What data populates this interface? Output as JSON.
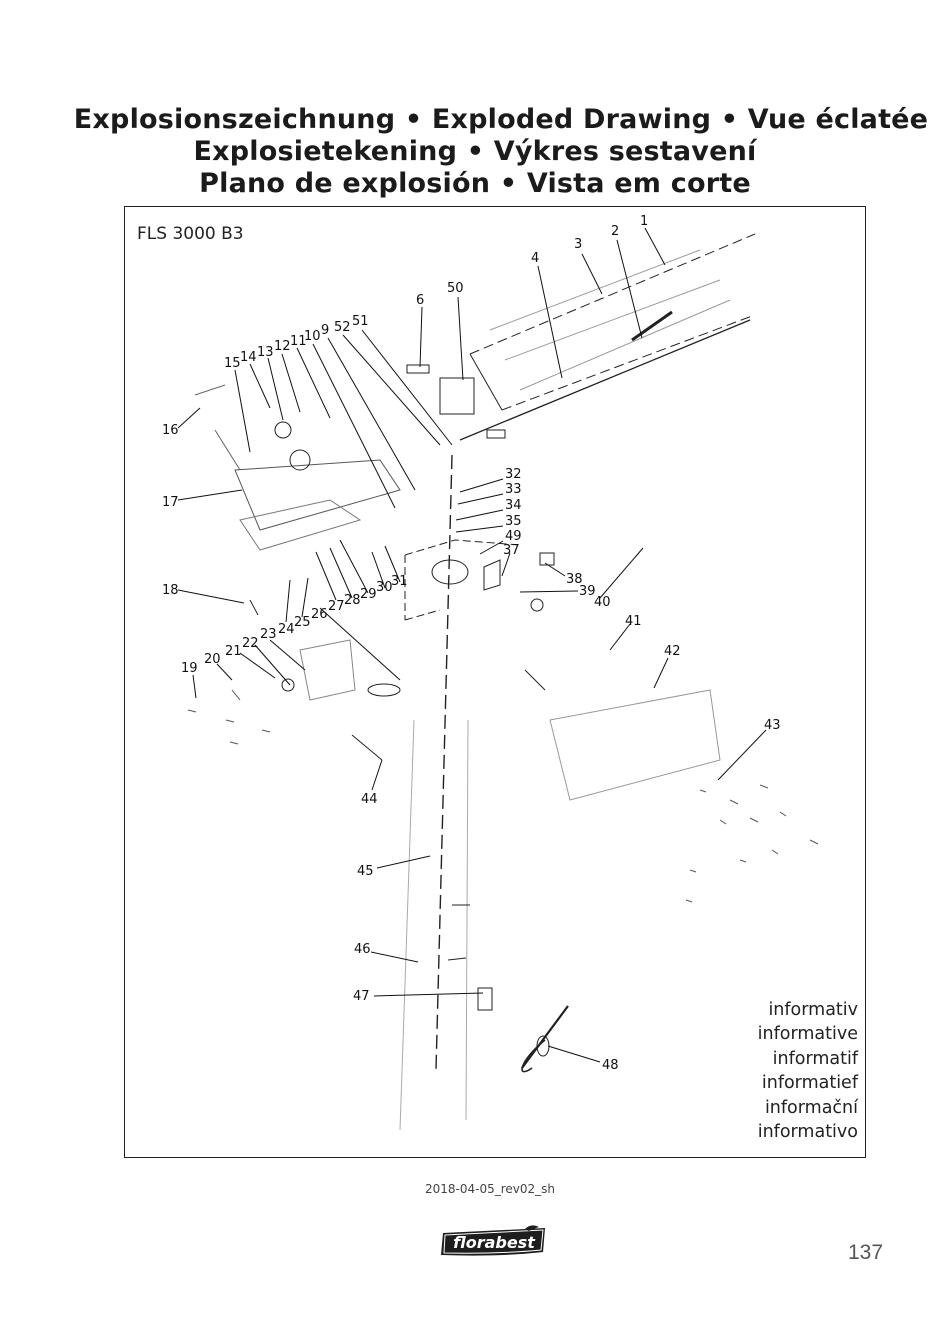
{
  "header": {
    "title_line1": "Explosionszeichnung • Exploded Drawing • Vue éclatée",
    "title_line2": "Explosietekening • Výkres sestavení",
    "title_line3": "Plano de explosión • Vista em corte"
  },
  "drawing": {
    "model": "FLS 3000 B3",
    "part_numbers": [
      "1",
      "2",
      "3",
      "4",
      "6",
      "50",
      "52",
      "51",
      "9",
      "10",
      "11",
      "12",
      "13",
      "14",
      "15",
      "16",
      "17",
      "32",
      "33",
      "34",
      "35",
      "49",
      "37",
      "38",
      "39",
      "40",
      "18",
      "24",
      "25",
      "26",
      "27",
      "28",
      "29",
      "30",
      "31",
      "23",
      "22",
      "21",
      "20",
      "19",
      "41",
      "42",
      "43",
      "44",
      "45",
      "46",
      "47",
      "48"
    ],
    "notes": [
      "informativ",
      "informative",
      "informatif",
      "informatief",
      "informační",
      "informativo"
    ]
  },
  "footer": {
    "revision": "2018-04-05_rev02_sh",
    "brand": "florabest",
    "page_number": "137"
  }
}
